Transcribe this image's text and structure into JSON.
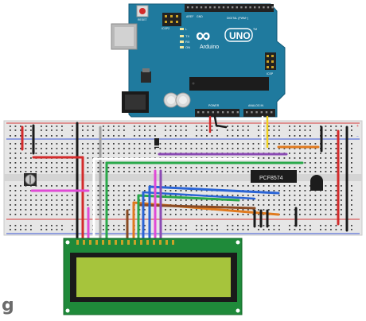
{
  "board": {
    "brand_symbol": "∞",
    "brand": "Arduino",
    "model": "UNO",
    "tm": "TM",
    "reset": "RESET",
    "icsp2": "ICSP2",
    "icsp": "ICSP",
    "on": "ON",
    "led_l": "L",
    "led_tx": "TX",
    "led_rx": "RX",
    "aref": "AREF",
    "gnd": "GND",
    "digital": "DIGITAL (PWM~)",
    "power": "POWER",
    "analog": "ANALOG IN"
  },
  "breadboard": {
    "rail_plus": "+",
    "rail_minus": "−"
  },
  "chip_label": "PCF8574",
  "watermark": "g",
  "colors": {
    "board": "#1f7a9e",
    "board_dark": "#156283",
    "breadboard": "#e6e6e6",
    "lcd_pcb": "#1f8a3a",
    "lcd_screen": "#a6c43c",
    "rail_red": "#d63a3a",
    "rail_blue": "#3a55d6"
  }
}
